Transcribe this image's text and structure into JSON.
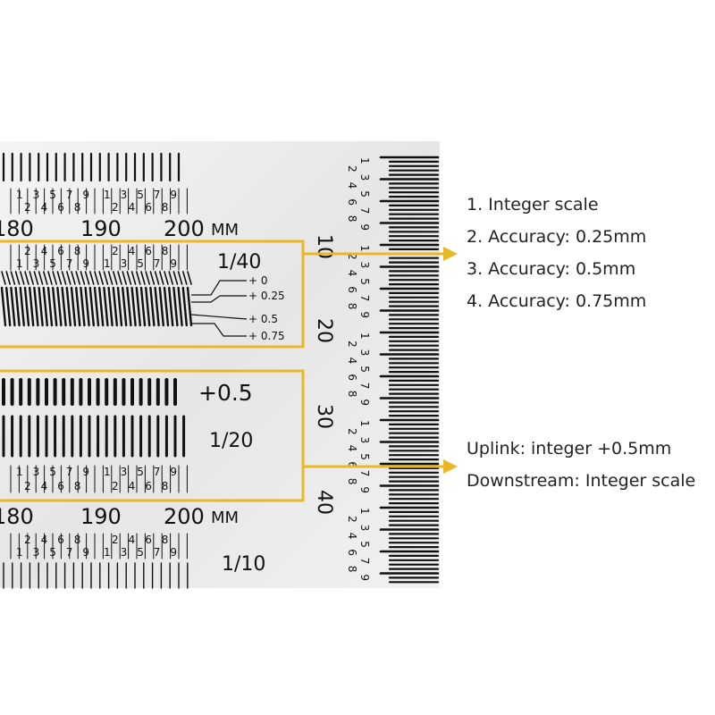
{
  "colors": {
    "accent": "#e8b828",
    "ink": "#111111",
    "panel": "#ededed"
  },
  "ruler": {
    "top_labels": [
      "180",
      "190",
      "200"
    ],
    "bottom_labels": [
      "180",
      "190",
      "200"
    ],
    "unit_top": "MM",
    "unit_bottom": "MM",
    "vertical_labels": [
      "10",
      "20",
      "30",
      "40"
    ],
    "fine_row_odd": [
      "1",
      "3",
      "5",
      "7",
      "9"
    ],
    "fine_row_even": [
      "2",
      "4",
      "6",
      "8"
    ],
    "scale_1_40": "1/40",
    "offsets_1_40": [
      "+ 0",
      "+ 0.25",
      "+ 0.5",
      "+ 0.75"
    ],
    "scale_plus_half": "+0.5",
    "scale_1_20": "1/20",
    "scale_1_10": "1/10"
  },
  "annotations": {
    "group1": [
      "1. Integer scale",
      "2. Accuracy: 0.25mm",
      "3. Accuracy: 0.5mm",
      "4. Accuracy: 0.75mm"
    ],
    "group2": [
      "Uplink: integer +0.5mm",
      "Downstream: Integer scale"
    ]
  }
}
